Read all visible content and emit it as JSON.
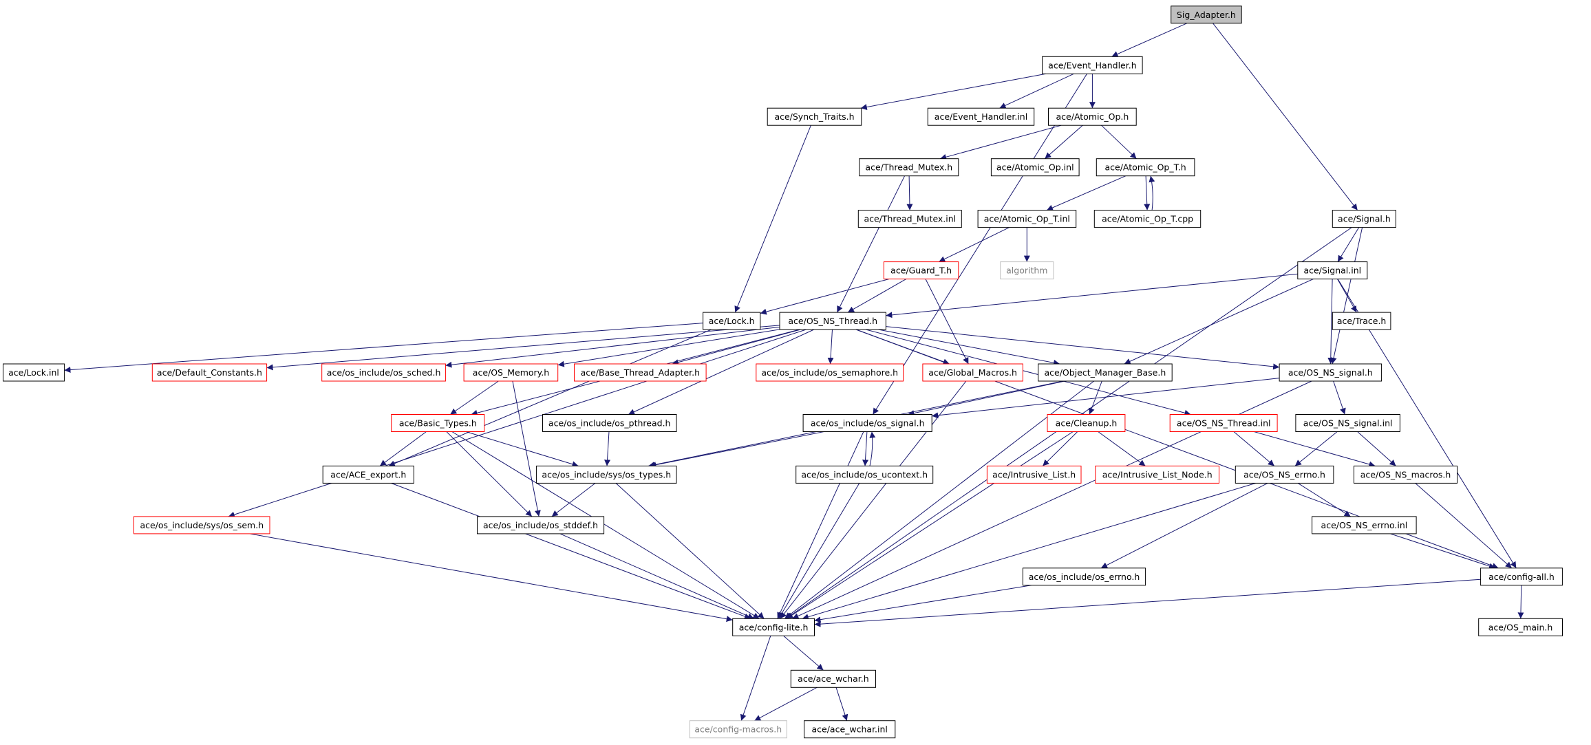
{
  "colors": {
    "edge": "#191970",
    "text_black": "#000000",
    "text_red": "#ff0000",
    "text_gray": "#808080",
    "border_black": "#000000",
    "border_red": "#ff0000",
    "border_gray": "#c0c0c0",
    "root_fill": "#bfbfbf",
    "fill": "#ffffff"
  },
  "nodes": [
    {
      "id": "sig_adapter",
      "label": "Sig_Adapter.h",
      "style": "root"
    },
    {
      "id": "event_handler_h",
      "label": "ace/Event_Handler.h",
      "style": "black"
    },
    {
      "id": "synch_traits_h",
      "label": "ace/Synch_Traits.h",
      "style": "black"
    },
    {
      "id": "event_handler_inl",
      "label": "ace/Event_Handler.inl",
      "style": "black"
    },
    {
      "id": "atomic_op_h",
      "label": "ace/Atomic_Op.h",
      "style": "black"
    },
    {
      "id": "thread_mutex_h",
      "label": "ace/Thread_Mutex.h",
      "style": "black"
    },
    {
      "id": "atomic_op_inl",
      "label": "ace/Atomic_Op.inl",
      "style": "black"
    },
    {
      "id": "atomic_op_t_h",
      "label": "ace/Atomic_Op_T.h",
      "style": "black"
    },
    {
      "id": "signal_h",
      "label": "ace/Signal.h",
      "style": "black"
    },
    {
      "id": "thread_mutex_inl",
      "label": "ace/Thread_Mutex.inl",
      "style": "black"
    },
    {
      "id": "atomic_op_t_inl",
      "label": "ace/Atomic_Op_T.inl",
      "style": "black"
    },
    {
      "id": "atomic_op_t_cpp",
      "label": "ace/Atomic_Op_T.cpp",
      "style": "black"
    },
    {
      "id": "guard_t_h",
      "label": "ace/Guard_T.h",
      "style": "red"
    },
    {
      "id": "algorithm",
      "label": "algorithm",
      "style": "gray"
    },
    {
      "id": "signal_inl",
      "label": "ace/Signal.inl",
      "style": "black"
    },
    {
      "id": "lock_h",
      "label": "ace/Lock.h",
      "style": "black"
    },
    {
      "id": "os_ns_thread_h",
      "label": "ace/OS_NS_Thread.h",
      "style": "black"
    },
    {
      "id": "trace_h",
      "label": "ace/Trace.h",
      "style": "black"
    },
    {
      "id": "lock_inl",
      "label": "ace/Lock.inl",
      "style": "black"
    },
    {
      "id": "default_constants_h",
      "label": "ace/Default_Constants.h",
      "style": "red"
    },
    {
      "id": "os_sched_h",
      "label": "ace/os_include/os_sched.h",
      "style": "red"
    },
    {
      "id": "os_memory_h",
      "label": "ace/OS_Memory.h",
      "style": "red"
    },
    {
      "id": "base_thread_adapter_h",
      "label": "ace/Base_Thread_Adapter.h",
      "style": "red"
    },
    {
      "id": "os_semaphore_h",
      "label": "ace/os_include/os_semaphore.h",
      "style": "red"
    },
    {
      "id": "global_macros_h",
      "label": "ace/Global_Macros.h",
      "style": "red"
    },
    {
      "id": "object_manager_base_h",
      "label": "ace/Object_Manager_Base.h",
      "style": "black"
    },
    {
      "id": "os_ns_signal_h",
      "label": "ace/OS_NS_signal.h",
      "style": "black"
    },
    {
      "id": "basic_types_h",
      "label": "ace/Basic_Types.h",
      "style": "red"
    },
    {
      "id": "os_pthread_h",
      "label": "ace/os_include/os_pthread.h",
      "style": "black"
    },
    {
      "id": "os_signal_h",
      "label": "ace/os_include/os_signal.h",
      "style": "black"
    },
    {
      "id": "cleanup_h",
      "label": "ace/Cleanup.h",
      "style": "red"
    },
    {
      "id": "os_ns_thread_inl",
      "label": "ace/OS_NS_Thread.inl",
      "style": "red"
    },
    {
      "id": "os_ns_signal_inl",
      "label": "ace/OS_NS_signal.inl",
      "style": "black"
    },
    {
      "id": "ace_export_h",
      "label": "ace/ACE_export.h",
      "style": "black"
    },
    {
      "id": "os_types_h",
      "label": "ace/os_include/sys/os_types.h",
      "style": "black"
    },
    {
      "id": "os_ucontext_h",
      "label": "ace/os_include/os_ucontext.h",
      "style": "black"
    },
    {
      "id": "intrusive_list_h",
      "label": "ace/Intrusive_List.h",
      "style": "red"
    },
    {
      "id": "intrusive_list_node_h",
      "label": "ace/Intrusive_List_Node.h",
      "style": "red"
    },
    {
      "id": "os_ns_errno_h",
      "label": "ace/OS_NS_errno.h",
      "style": "black"
    },
    {
      "id": "os_ns_macros_h",
      "label": "ace/OS_NS_macros.h",
      "style": "black"
    },
    {
      "id": "os_sem_h",
      "label": "ace/os_include/sys/os_sem.h",
      "style": "red"
    },
    {
      "id": "os_stddef_h",
      "label": "ace/os_include/os_stddef.h",
      "style": "black"
    },
    {
      "id": "os_ns_errno_inl",
      "label": "ace/OS_NS_errno.inl",
      "style": "black"
    },
    {
      "id": "os_errno_h",
      "label": "ace/os_include/os_errno.h",
      "style": "black"
    },
    {
      "id": "config_all_h",
      "label": "ace/config-all.h",
      "style": "black"
    },
    {
      "id": "config_lite_h",
      "label": "ace/config-lite.h",
      "style": "black"
    },
    {
      "id": "os_main_h",
      "label": "ace/OS_main.h",
      "style": "black"
    },
    {
      "id": "ace_wchar_h",
      "label": "ace/ace_wchar.h",
      "style": "black"
    },
    {
      "id": "config_macros_h",
      "label": "ace/config-macros.h",
      "style": "gray"
    },
    {
      "id": "ace_wchar_inl",
      "label": "ace/ace_wchar.inl",
      "style": "black"
    }
  ],
  "edges": [
    [
      "sig_adapter",
      "event_handler_h"
    ],
    [
      "sig_adapter",
      "signal_h"
    ],
    [
      "event_handler_h",
      "synch_traits_h"
    ],
    [
      "event_handler_h",
      "event_handler_inl"
    ],
    [
      "event_handler_h",
      "atomic_op_h"
    ],
    [
      "event_handler_h",
      "os_signal_h"
    ],
    [
      "synch_traits_h",
      "lock_h"
    ],
    [
      "atomic_op_h",
      "thread_mutex_h"
    ],
    [
      "atomic_op_h",
      "atomic_op_inl"
    ],
    [
      "atomic_op_h",
      "atomic_op_t_h"
    ],
    [
      "thread_mutex_h",
      "thread_mutex_inl"
    ],
    [
      "thread_mutex_h",
      "os_ns_thread_h"
    ],
    [
      "atomic_op_t_h",
      "atomic_op_t_inl"
    ],
    [
      "atomic_op_t_h",
      "atomic_op_t_cpp"
    ],
    [
      "atomic_op_t_cpp",
      "atomic_op_t_h"
    ],
    [
      "atomic_op_t_inl",
      "guard_t_h"
    ],
    [
      "atomic_op_t_inl",
      "algorithm"
    ],
    [
      "guard_t_h",
      "lock_h"
    ],
    [
      "guard_t_h",
      "os_ns_thread_h"
    ],
    [
      "guard_t_h",
      "global_macros_h"
    ],
    [
      "signal_h",
      "signal_inl"
    ],
    [
      "signal_h",
      "os_ns_signal_h"
    ],
    [
      "signal_h",
      "config_lite_h"
    ],
    [
      "signal_inl",
      "os_ns_thread_h"
    ],
    [
      "signal_inl",
      "trace_h"
    ],
    [
      "signal_inl",
      "object_manager_base_h"
    ],
    [
      "signal_inl",
      "os_ns_signal_h"
    ],
    [
      "signal_inl",
      "config_all_h"
    ],
    [
      "lock_h",
      "lock_inl"
    ],
    [
      "lock_h",
      "ace_export_h"
    ],
    [
      "os_ns_thread_h",
      "default_constants_h"
    ],
    [
      "os_ns_thread_h",
      "os_sched_h"
    ],
    [
      "os_ns_thread_h",
      "os_memory_h"
    ],
    [
      "os_ns_thread_h",
      "base_thread_adapter_h"
    ],
    [
      "os_ns_thread_h",
      "os_semaphore_h"
    ],
    [
      "os_ns_thread_h",
      "global_macros_h"
    ],
    [
      "os_ns_thread_h",
      "object_manager_base_h"
    ],
    [
      "os_ns_thread_h",
      "os_ns_signal_h"
    ],
    [
      "os_ns_thread_h",
      "basic_types_h"
    ],
    [
      "os_ns_thread_h",
      "os_pthread_h"
    ],
    [
      "os_ns_thread_h",
      "os_ns_thread_inl"
    ],
    [
      "os_ns_thread_h",
      "os_sem_h"
    ],
    [
      "os_ns_thread_h",
      "config_all_h"
    ],
    [
      "os_memory_h",
      "basic_types_h"
    ],
    [
      "os_memory_h",
      "os_stddef_h"
    ],
    [
      "global_macros_h",
      "config_lite_h"
    ],
    [
      "object_manager_base_h",
      "cleanup_h"
    ],
    [
      "object_manager_base_h",
      "os_signal_h"
    ],
    [
      "object_manager_base_h",
      "config_lite_h"
    ],
    [
      "object_manager_base_h",
      "os_types_h"
    ],
    [
      "os_ns_signal_h",
      "os_signal_h"
    ],
    [
      "os_ns_signal_h",
      "os_ns_signal_inl"
    ],
    [
      "os_ns_signal_h",
      "config_lite_h"
    ],
    [
      "basic_types_h",
      "ace_export_h"
    ],
    [
      "basic_types_h",
      "os_types_h"
    ],
    [
      "basic_types_h",
      "os_stddef_h"
    ],
    [
      "basic_types_h",
      "config_lite_h"
    ],
    [
      "os_pthread_h",
      "os_types_h"
    ],
    [
      "os_signal_h",
      "os_types_h"
    ],
    [
      "os_signal_h",
      "os_ucontext_h"
    ],
    [
      "os_signal_h",
      "config_lite_h"
    ],
    [
      "os_ucontext_h",
      "os_signal_h"
    ],
    [
      "os_ucontext_h",
      "config_lite_h"
    ],
    [
      "cleanup_h",
      "intrusive_list_h"
    ],
    [
      "cleanup_h",
      "intrusive_list_node_h"
    ],
    [
      "cleanup_h",
      "config_lite_h"
    ],
    [
      "os_ns_thread_inl",
      "os_ns_errno_h"
    ],
    [
      "os_ns_thread_inl",
      "os_ns_macros_h"
    ],
    [
      "os_ns_signal_inl",
      "os_ns_errno_h"
    ],
    [
      "os_ns_signal_inl",
      "os_ns_macros_h"
    ],
    [
      "os_ns_errno_h",
      "os_ns_errno_inl"
    ],
    [
      "os_ns_errno_h",
      "os_errno_h"
    ],
    [
      "os_ns_errno_h",
      "config_lite_h"
    ],
    [
      "os_ns_errno_inl",
      "config_all_h"
    ],
    [
      "os_ns_macros_h",
      "config_all_h"
    ],
    [
      "os_errno_h",
      "config_lite_h"
    ],
    [
      "config_all_h",
      "config_lite_h"
    ],
    [
      "config_all_h",
      "os_main_h"
    ],
    [
      "ace_export_h",
      "config_lite_h"
    ],
    [
      "os_types_h",
      "os_stddef_h"
    ],
    [
      "os_types_h",
      "config_lite_h"
    ],
    [
      "os_stddef_h",
      "config_lite_h"
    ],
    [
      "os_sem_h",
      "config_lite_h"
    ],
    [
      "config_lite_h",
      "ace_wchar_h"
    ],
    [
      "config_lite_h",
      "config_macros_h"
    ],
    [
      "ace_wchar_h",
      "config_macros_h"
    ],
    [
      "ace_wchar_h",
      "ace_wchar_inl"
    ]
  ]
}
